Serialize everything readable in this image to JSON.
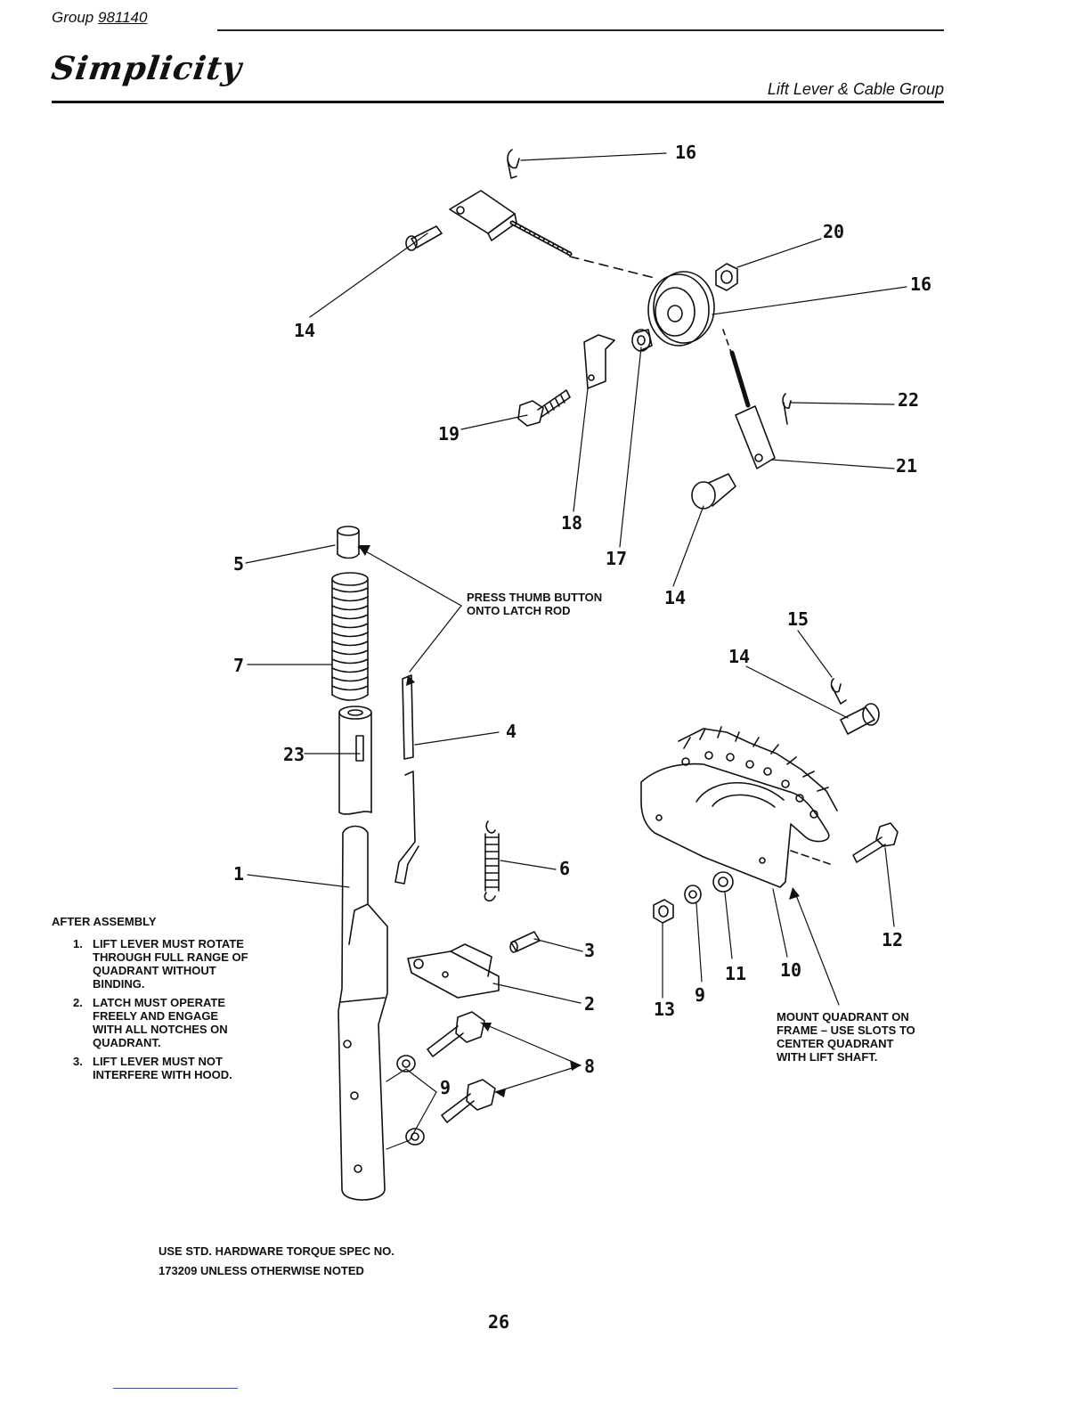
{
  "header": {
    "group_prefix": "Group",
    "group_number": "981140",
    "brand": "Simplicity",
    "section_title": "Lift Lever & Cable Group"
  },
  "callouts": [
    "16",
    "20",
    "16",
    "14",
    "22",
    "19",
    "21",
    "18",
    "17",
    "14",
    "5",
    "7",
    "4",
    "23",
    "1",
    "6",
    "15",
    "14",
    "3",
    "2",
    "8",
    "9",
    "12",
    "13",
    "9",
    "11",
    "10"
  ],
  "notes": {
    "thumb_button_line1": "PRESS THUMB BUTTON",
    "thumb_button_line2": "ONTO LATCH ROD",
    "mount_quadrant": [
      "MOUNT QUADRANT ON",
      "FRAME – USE SLOTS TO",
      "CENTER QUADRANT",
      "WITH LIFT SHAFT."
    ],
    "after_assembly_title": "AFTER ASSEMBLY",
    "after_assembly_items": [
      {
        "num": "1.",
        "text": "LIFT LEVER MUST ROTATE\nTHROUGH FULL RANGE OF\nQUADRANT WITHOUT\nBINDING."
      },
      {
        "num": "2.",
        "text": "LATCH MUST OPERATE\nFREELY AND ENGAGE\nWITH ALL NOTCHES ON\nQUADRANT."
      },
      {
        "num": "3.",
        "text": "LIFT LEVER MUST NOT\nINTERFERE WITH HOOD."
      }
    ],
    "torque_line1": "USE STD. HARDWARE TORQUE SPEC NO.",
    "torque_line2": "173209 UNLESS OTHERWISE NOTED"
  },
  "page_number": "26"
}
